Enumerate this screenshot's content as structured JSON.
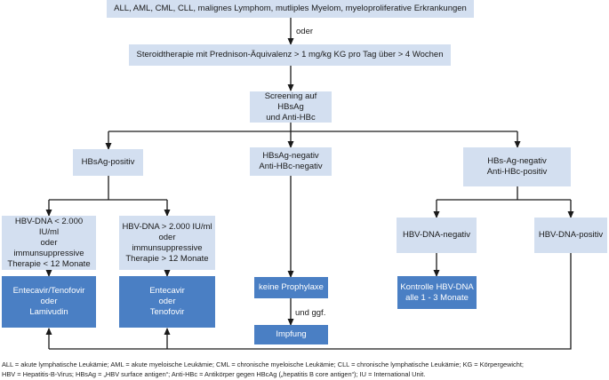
{
  "nodes": {
    "top": "ALL, AML, CML, CLL, malignes Lymphom, mutliples Myelom, myeloproliferative Erkrankungen",
    "steroid": "Steroidtherapie mit Prednison-Äquivalenz > 1 mg/kg KG pro Tag über > 4 Wochen",
    "screening": "Screening auf HBsAg\nund Anti-HBc",
    "hbsag_pos": "HBsAg-positiv",
    "hbsag_neg": "HBsAg-negativ\nAnti-HBc-negativ",
    "hbs_ag_neg": "HBs-Ag-negativ\nAnti-HBc-positiv",
    "dna_low": "HBV-DNA < 2.000 IU/ml\noder\nimmunsuppressive\nTherapie < 12 Monate",
    "dna_high": "HBV-DNA > 2.000 IU/ml\noder\nimmunsuppressive\nTherapie > 12 Monate",
    "dna_neg": "HBV-DNA-negativ",
    "dna_pos": "HBV-DNA-positiv",
    "entecavir_tenofovir": "Entecavir/Tenofovir\noder\nLamivudin",
    "entecavir": "Entecavir\noder\nTenofovir",
    "keine": "keine Prophylaxe",
    "kontrolle": "Kontrolle HBV-DNA\nalle 1 - 3 Monate",
    "impfung": "Impfung"
  },
  "edge_labels": {
    "oder": "oder",
    "und_ggf": "und ggf."
  },
  "footnote": {
    "line1": "ALL = akute lymphatische Leukämie; AML = akute myeloische Leukämie; CML = chronische myeloische Leukämie; CLL = chronische lymphatische Leukämie; KG = Körpergewicht;",
    "line2": "HBV = Hepatitis-B-Virus; HBsAg = „HBV surface antigen“; Anti-HBc = Antikörper gegen HBcAg („hepatitis B core antigen“); IU = International Unit."
  },
  "colors": {
    "light_box": "#d3dff0",
    "dark_box": "#4a7fc4",
    "line": "#1a1a1a"
  }
}
